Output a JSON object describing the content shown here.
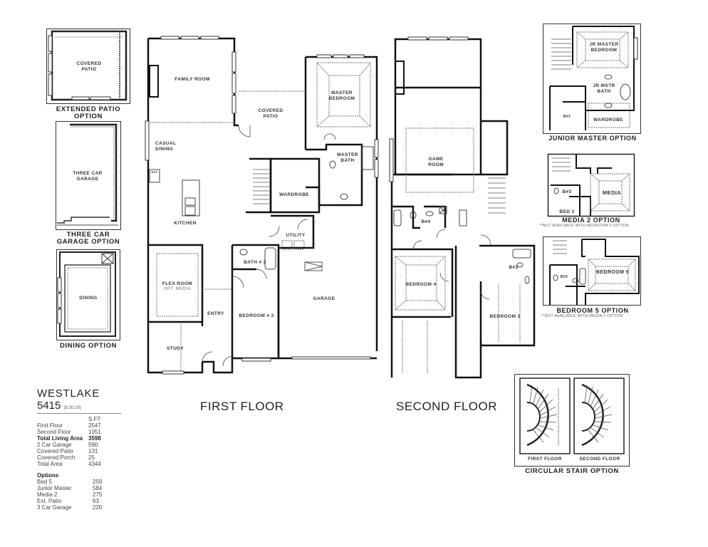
{
  "plan": {
    "name": "WESTLAKE",
    "code": "5415",
    "revision": "(9.30.19)"
  },
  "floor_titles": {
    "first": "FIRST FLOOR",
    "second": "SECOND FLOOR"
  },
  "sqft_table": {
    "header": "S.FT",
    "rows": [
      {
        "label": "First Floor",
        "value": "2547",
        "bold": false
      },
      {
        "label": "Second Floor",
        "value": "1051",
        "bold": false
      },
      {
        "label": "Total Living Area",
        "value": "3598",
        "bold": true
      },
      {
        "label": "2 Car Garage",
        "value": "590",
        "bold": false
      },
      {
        "label": "Covered Patio",
        "value": "131",
        "bold": false
      },
      {
        "label": "Covered Porch",
        "value": "25",
        "bold": false
      },
      {
        "label": "Total Area",
        "value": "4344",
        "bold": false
      }
    ],
    "options_header": "Options",
    "options": [
      {
        "label": "Bed 5",
        "value": "259"
      },
      {
        "label": "Junior Master",
        "value": "584"
      },
      {
        "label": "Media 2",
        "value": "275"
      },
      {
        "label": "Ext. Patio",
        "value": "63"
      },
      {
        "label": "3 Car Garage",
        "value": "220"
      }
    ]
  },
  "first_floor_rooms": {
    "family_room": "FAMILY ROOM",
    "covered_patio": "COVERED\nPATIO",
    "master_bedroom": "MASTER\nBEDROOM",
    "master_bath": "MASTER\nBATH",
    "casual_dining": "CASUAL\nDINING",
    "wardrobe": "WARDROBE",
    "kitchen": "KITCHEN",
    "utility": "UTILITY",
    "flex_room": "FLEX ROOM",
    "flex_room_sub": "OPT. MEDIA",
    "bath2": "BATH # 2",
    "garage": "GARAGE",
    "entry": "ENTRY",
    "bedroom2": "BEDROOM # 2",
    "study": "STUDY",
    "ref": "REF"
  },
  "second_floor_rooms": {
    "game_room": "GAME\nROOM",
    "b4": "B#4",
    "bedroom4": "BEDROOM 4",
    "b3": "B#3",
    "bedroom3": "BEDROOM 3"
  },
  "left_options": [
    {
      "room": "COVERED\nPATIO",
      "caption": "EXTENDED PATIO\nOPTION"
    },
    {
      "room": "THREE CAR\nGARAGE",
      "caption": "THREE CAR\nGARAGE OPTION"
    },
    {
      "room": "DINING",
      "caption": "DINING OPTION"
    }
  ],
  "right_options": {
    "junior_master": {
      "rooms": {
        "bedroom": "JR MASTER\nBEDROOM",
        "bath": "JR MSTR\nBATH",
        "wardrobe": "WARDROBE",
        "b3": "B#3"
      },
      "caption": "JUNIOR MASTER OPTION"
    },
    "media2": {
      "rooms": {
        "media": "MEDIA",
        "b3": "B#3",
        "bed3": "BED 3"
      },
      "caption": "MEDIA 2 OPTION",
      "note": "**NOT AVAILABLE WITH BEDROOM 5 OPTION"
    },
    "bedroom5": {
      "rooms": {
        "bedroom5": "BEDROOM 5",
        "b3": "B#3"
      },
      "caption": "BEDROOM 5 OPTION",
      "note": "**NOT AVAILABLE WITH MEDIA 2 OPTION"
    },
    "circular_stair": {
      "labels": {
        "first": "FIRST FLOOR",
        "second": "SECOND FLOOR"
      },
      "caption": "CIRCULAR STAIR OPTION"
    }
  }
}
